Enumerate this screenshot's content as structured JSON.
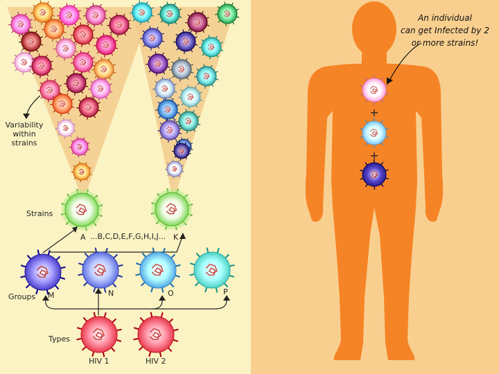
{
  "labels": {
    "strains": "Strains",
    "groups": "Groups",
    "types": "Types",
    "variability": [
      "Variability",
      "within",
      "strains"
    ],
    "strain_a": "A",
    "strain_list": "...B,C,D,E,F,G,H,I,J...",
    "strain_k": "K",
    "group_m": "M",
    "group_n": "N",
    "group_o": "O",
    "group_p": "P",
    "type_1": "HIV 1",
    "type_2": "HIV 2",
    "annotation": [
      "An individual",
      "can get Infected by 2",
      "or more strains!"
    ],
    "plus": "+"
  },
  "colors": {
    "left_bg": "#fbf3c3",
    "right_bg": "#f9cf8f",
    "body": "#f58426",
    "cone": "#f2c98a",
    "strain_ring": "#7ed957",
    "strain_glow": "#b6ee8a",
    "group_m": "#4a3fc8",
    "group_n": "#5f6fe0",
    "group_o": "#56a8e8",
    "group_p": "#4fd1c5",
    "type_hiv": "#e83a4c",
    "infect_1": "#ff9fd8",
    "infect_2": "#7fc8ff",
    "infect_3": "#2a1e8c"
  },
  "variant_colors_left": [
    "#e94fa6",
    "#f28a2a",
    "#ff3fb0",
    "#d84a8a",
    "#a51a4a",
    "#8c1a1a",
    "#f06a2a",
    "#c8283a",
    "#e01a6a",
    "#f7a0d8",
    "#f07aa8",
    "#b21a4a",
    "#e83a7a",
    "#f08a3a",
    "#e0406a",
    "#901040",
    "#f06fc8",
    "#f25a2a",
    "#a01838",
    "#f0b0e0"
  ],
  "variant_colors_right": [
    "#29b6c8",
    "#1e9a8a",
    "#7a1040",
    "#2a9a50",
    "#4a4ab0",
    "#2a1a7a",
    "#30b0a8",
    "#5a1a80",
    "#6a7a8a",
    "#3aa0a0",
    "#8aa0d0",
    "#80c0c8",
    "#2a6ab8",
    "#3a9a90",
    "#6a5ab0",
    "#3a5aa0",
    "#2a1a70",
    "#a0a0d0"
  ],
  "icons": [
    "virus-icon",
    "arrow-icon",
    "human-silhouette-icon"
  ]
}
